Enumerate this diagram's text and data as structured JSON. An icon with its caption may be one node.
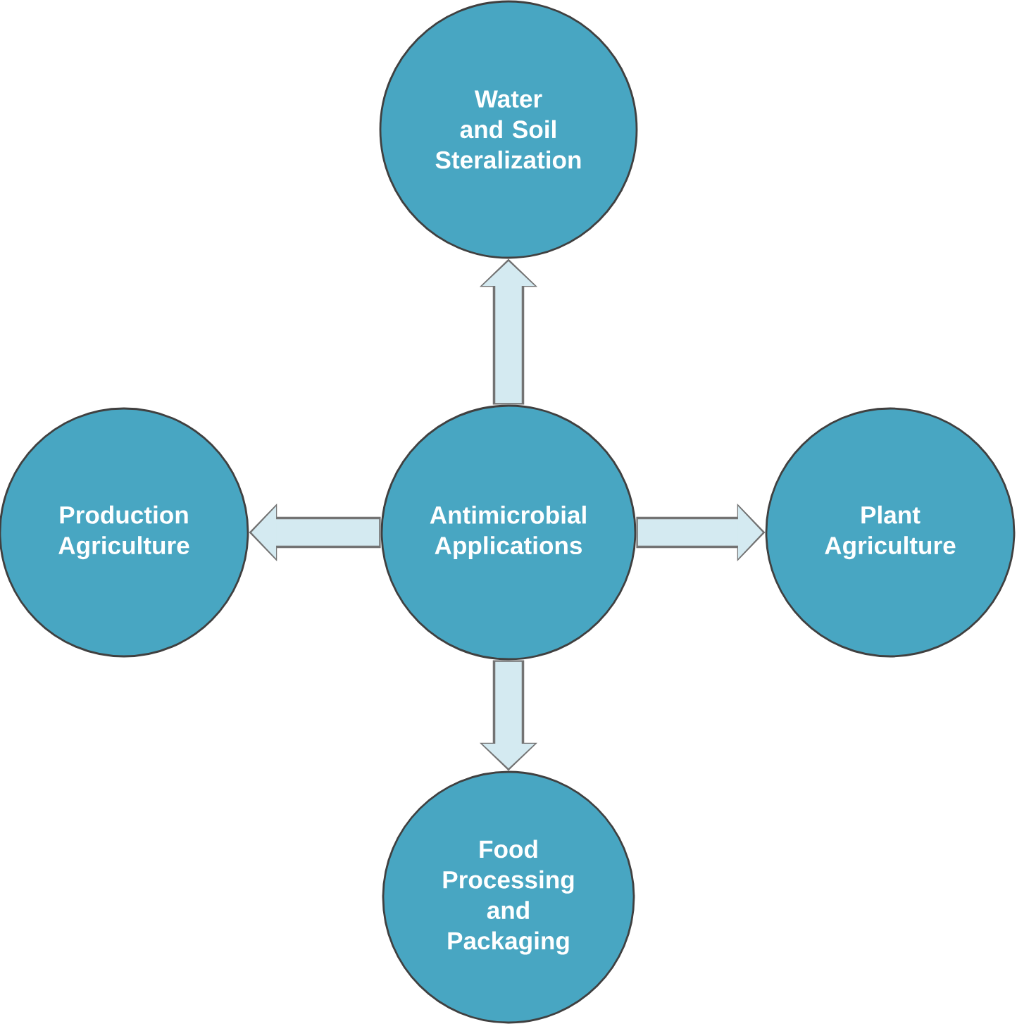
{
  "diagram": {
    "nodes": [
      {
        "text": [
          "Water and Soil Steralization"
        ]
      },
      {
        "text": [
          "Production Agriculture"
        ]
      },
      {
        "text": [
          "Antimicrobial Applications"
        ]
      },
      {
        "text": [
          "Plant Agriculture"
        ]
      },
      {
        "text": [
          "Food Processing and Packaging"
        ]
      }
    ],
    "edges": [
      {
        "from": 2,
        "to": 0,
        "arrow": "to"
      },
      {
        "from": 2,
        "to": 1,
        "arrow": "to"
      },
      {
        "from": 2,
        "to": 3,
        "arrow": "to"
      },
      {
        "from": 2,
        "to": 4,
        "arrow": "to"
      }
    ]
  }
}
